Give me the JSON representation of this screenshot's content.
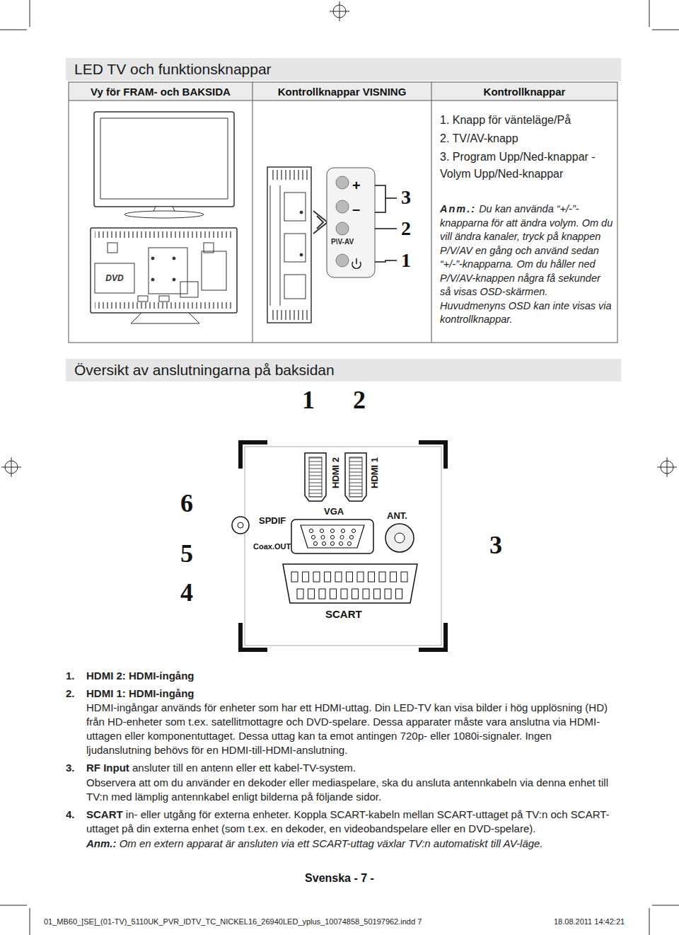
{
  "diagram": {
    "nodes": [
      {
        "text": [
          "LED TV och funktionsknappar"
        ]
      },
      {
        "text": [
          "Översikt av anslutningarna på baksidan"
        ]
      }
    ],
    "labels": [
      "Vy för FRAM- och BAKSIDA",
      "Kontrollknappar VISNING",
      "Kontrollknappar",
      "1. Knapp för vänteläge/På",
      "2. TV/AV-knapp",
      "3. Program Upp/Ned-knappar - Volym Upp/Ned-knappar",
      "Anm.:",
      "Du kan använda “+/-”-knapparna för att ändra volym. Om du vill ändra kanaler, tryck på knappen P/V/AV en gång och använd sedan “+/-”-knapparna. Om du håller ned P/V/AV-knappen några få sekunder så visas OSD-skärmen. Huvudmenyns OSD kan inte visas via kontrollknappar.",
      "DVD",
      "+",
      "–",
      "P\\V-AV",
      "3",
      "2",
      "1",
      "1",
      "2",
      "HDMI 2",
      "HDMI 1",
      "6",
      "SPDIF",
      "VGA",
      "ANT.",
      "5",
      "Coax.OUT",
      "3",
      "4",
      "SCART",
      "1.",
      "HDMI 2: HDMI-ingång",
      "2.",
      "HDMI 1: HDMI-ingång",
      "HDMI-ingångar används för enheter som har ett HDMI-uttag. Din LED-TV kan visa bilder i hög upplösning (HD) från HD-enheter som t.ex. satellitmottagre och DVD-spelare. Dessa apparater måste vara anslutna via HDMI-uttagen eller komponentuttaget. Dessa uttag kan ta emot antingen 720p- eller 1080i-signaler. Ingen ljudanslutning behövs för en HDMI-till-HDMI-anslutning.",
      "3.",
      "RF Input",
      "ansluter till en antenn eller ett kabel-TV-system.",
      "Observera att om du använder en dekoder eller mediaspelare, ska du ansluta antennkabeln via denna enhet till TV:n med lämplig antennkabel enligt bilderna på följande sidor.",
      "4.",
      "SCART",
      "in- eller utgång för externa enheter. Koppla SCART-kabeln mellan SCART-uttaget på TV:n och SCART-uttaget på din externa enhet (som t.ex. en dekoder, en videobandspelare eller en DVD-spelare).",
      "Anm.:",
      "Om en extern apparat är ansluten via ett SCART-uttag växlar TV:n automatiskt till AV-läge.",
      "Svenska",
      "- 7 -",
      "01_MB60_[SE]_(01-TV)_5110UK_PVR_IDTV_TC_NICKEL16_26940LED_yplus_10074858_50197962.indd 7",
      "18.08.2011",
      "14:42:21"
    ]
  }
}
